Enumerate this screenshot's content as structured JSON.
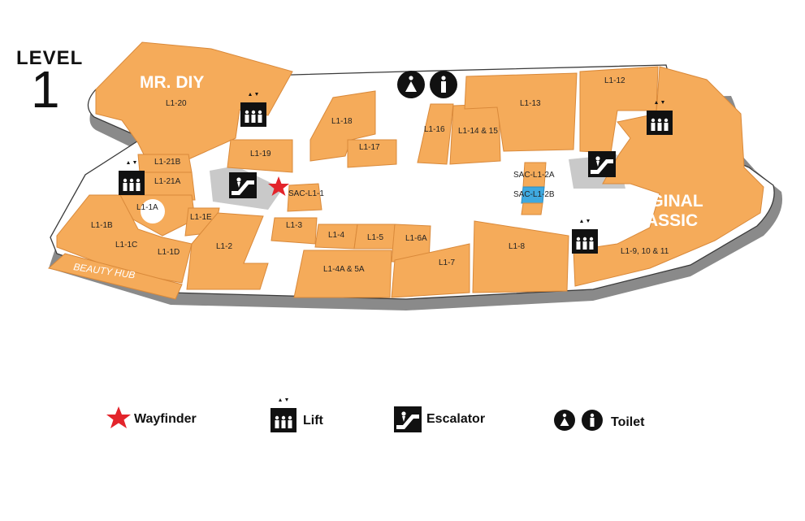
{
  "header": {
    "level_word": "LEVEL",
    "level_number": "1"
  },
  "colors": {
    "unit": "#F5AB5A",
    "unit_side": "#E0913E",
    "floor": "#FFFFFF",
    "floor_outline": "#3A3A3A",
    "shadow": "#8A8A8A",
    "corridor": "#C9C9C9",
    "highlight": "#3FA9E0",
    "wayfinder": "#E3242B"
  },
  "anchors": {
    "mr_diy": "MR. DIY",
    "original": "ORIGINAL",
    "classic": "CLASSIC",
    "beauty_hub": "BEAUTY HUB"
  },
  "units": {
    "l1_20": "L1-20",
    "l1_21b": "L1-21B",
    "l1_21a": "L1-21A",
    "l1_19": "L1-19",
    "l1_18": "L1-18",
    "l1_17": "L1-17",
    "l1_16": "L1-16",
    "l1_14_15": "L1-14 & 15",
    "l1_13": "L1-13",
    "l1_12": "L1-12",
    "sac_l1_1": "SAC-L1-1",
    "sac_l1_2a": "SAC-L1-2A",
    "sac_l1_2b": "SAC-L1-2B",
    "l1_1a": "L1-1A",
    "l1_1b": "L1-1B",
    "l1_1c": "L1-1C",
    "l1_1d": "L1-1D",
    "l1_1e": "L1-1E",
    "l1_2": "L1-2",
    "l1_3": "L1-3",
    "l1_4": "L1-4",
    "l1_5": "L1-5",
    "l1_6a": "L1-6A",
    "l1_4a_5a": "L1-4A & 5A",
    "l1_7": "L1-7",
    "l1_8": "L1-8",
    "l1_9_10_11": "L1-9, 10 & 11"
  },
  "legend": {
    "wayfinder": "Wayfinder",
    "lift": "Lift",
    "escalator": "Escalator",
    "toilet": "Toilet"
  },
  "icons": [
    "wayfinder-star-icon",
    "lift-icon",
    "escalator-icon",
    "toilet-female-icon",
    "toilet-male-icon"
  ]
}
